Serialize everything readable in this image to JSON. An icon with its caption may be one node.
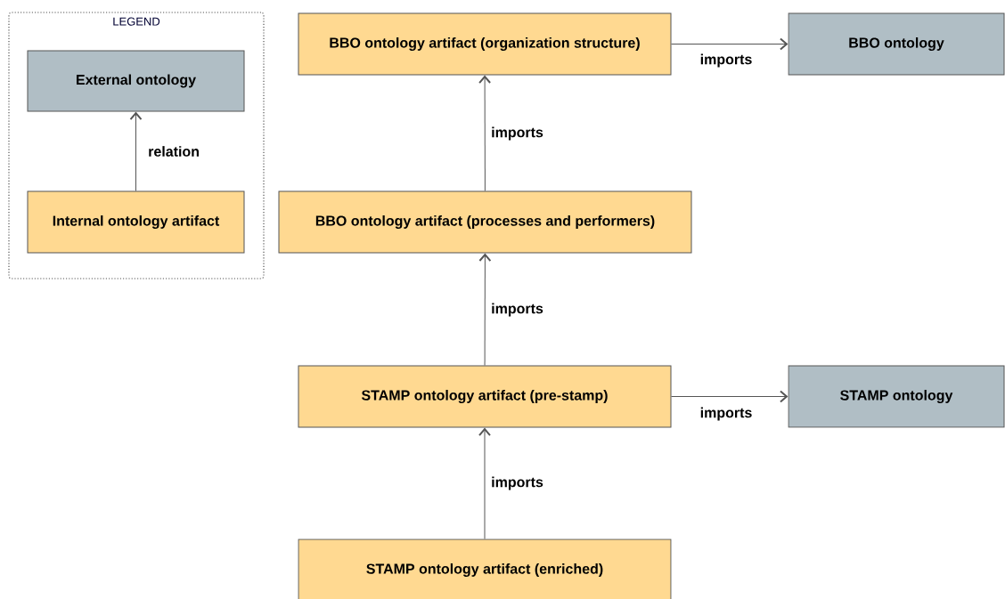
{
  "diagram": {
    "nodes": [
      {
        "text": [
          "LEGEND"
        ]
      },
      {
        "text": [
          "External ontology"
        ],
        "in": 0
      },
      {
        "text": [
          "Internal ontology artifact"
        ],
        "in": 0
      },
      {
        "text": [
          "BBO ontology artifact (organization structure)"
        ]
      },
      {
        "text": [
          "BBO ontology"
        ]
      },
      {
        "text": [
          "BBO ontology artifact (processes and performers)"
        ]
      },
      {
        "text": [
          "STAMP ontology artifact (pre-stamp)"
        ]
      },
      {
        "text": [
          "STAMP ontology"
        ]
      },
      {
        "text": [
          "STAMP ontology artifact (enriched)"
        ]
      }
    ],
    "edges": [
      {
        "from": 2,
        "to": 1,
        "arrow": "to",
        "label": "relation"
      },
      {
        "from": 3,
        "to": 4,
        "arrow": "to",
        "label": "imports"
      },
      {
        "from": 5,
        "to": 3,
        "arrow": "to",
        "label": "imports"
      },
      {
        "from": 6,
        "to": 5,
        "arrow": "to",
        "label": "imports"
      },
      {
        "from": 6,
        "to": 7,
        "arrow": "to",
        "label": "imports"
      },
      {
        "from": 8,
        "to": 6,
        "arrow": "to",
        "label": "imports"
      }
    ]
  }
}
